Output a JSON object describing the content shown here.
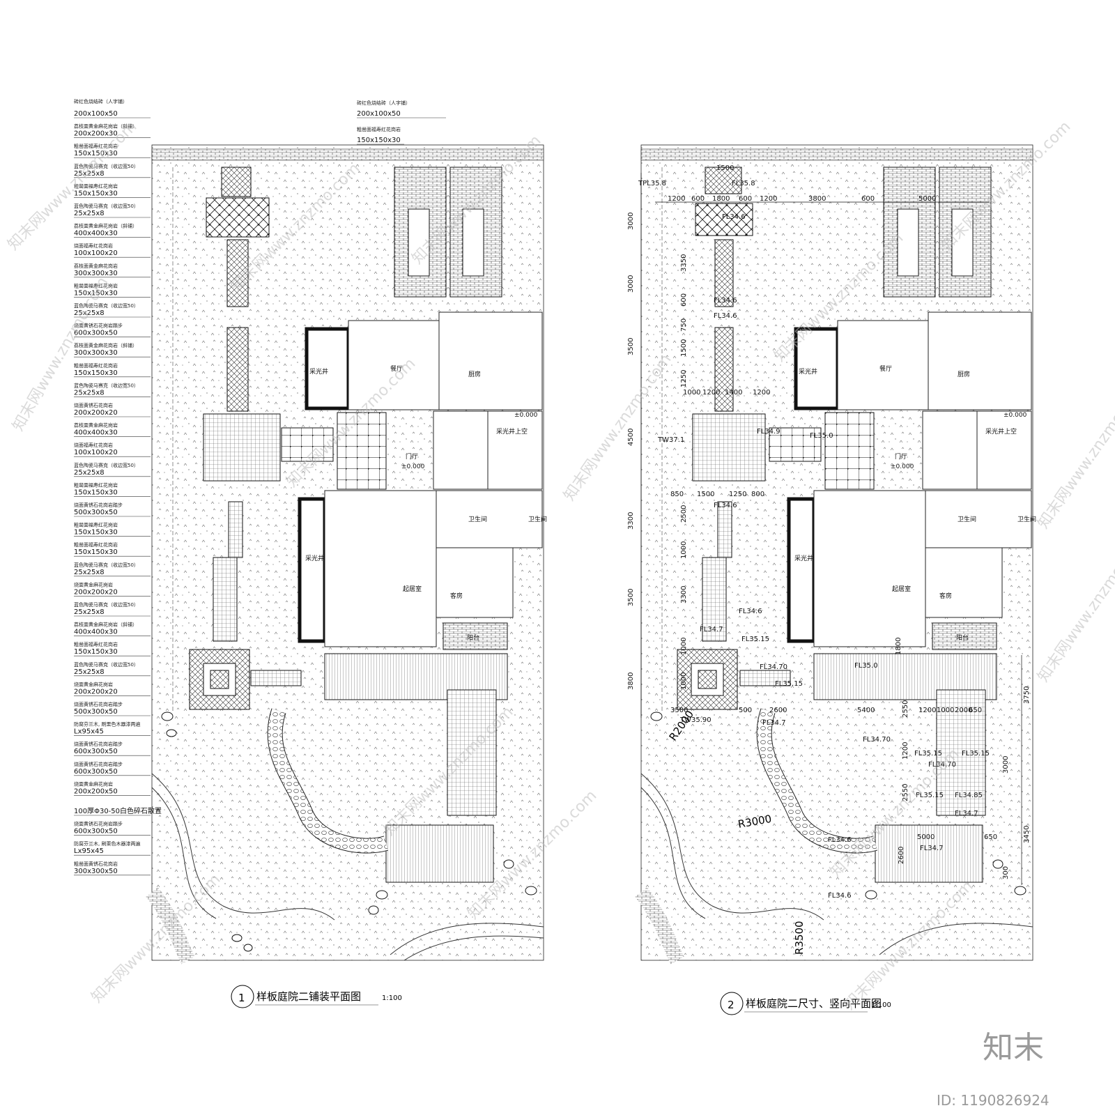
{
  "left_plan": {
    "title_number": "1",
    "title": "样板庭院二铺装平面图",
    "scale": "1:100",
    "top_labels": [
      "砖红色烧结砖（人字铺）",
      "200x100x50",
      "粗凿面福寿红花岗岩",
      "150x150x30"
    ],
    "labels": [
      {
        "cn": "砖红色烧结砖（人字铺）",
        "spec": "200x100x50"
      },
      {
        "cn": "荔枝面黄金麻花岗岩（斜铺）",
        "spec": "200x200x30"
      },
      {
        "cn": "粗凿面福寿红花岗岩",
        "spec": "150x150x30"
      },
      {
        "cn": "蓝色陶瓷马赛克（收边宽50）",
        "spec": "25x25x8"
      },
      {
        "cn": "粗凿面福寿红花岗岩",
        "spec": "150x150x30"
      },
      {
        "cn": "蓝色陶瓷马赛克（收边宽50）",
        "spec": "25x25x8"
      },
      {
        "cn": "荔枝面黄金麻花岗岩（斜铺）",
        "spec": "400x400x30"
      },
      {
        "cn": "烧面福寿红花岗岩",
        "spec": "100x100x20"
      },
      {
        "cn": "荔枝面黄金麻花岗岩",
        "spec": "300x300x30"
      },
      {
        "cn": "粗凿面福寿红花岗岩",
        "spec": "150x150x30"
      },
      {
        "cn": "蓝色陶瓷马赛克（收边宽50）",
        "spec": "25x25x8"
      },
      {
        "cn": "烧面黄锈石花岗岩踏步",
        "spec": "600x300x50"
      },
      {
        "cn": "荔枝面黄金麻花岗岩（斜铺）",
        "spec": "300x300x30"
      },
      {
        "cn": "粗凿面福寿红花岗岩",
        "spec": "150x150x30"
      },
      {
        "cn": "蓝色陶瓷马赛克（收边宽50）",
        "spec": "25x25x8"
      },
      {
        "cn": "烧面黄锈石花岗岩",
        "spec": "200x200x20"
      },
      {
        "cn": "荔枝面黄金麻花岗岩",
        "spec": "400x400x30"
      },
      {
        "cn": "烧面福寿红花岗岩",
        "spec": "100x100x20"
      },
      {
        "cn": "蓝色陶瓷马赛克（收边宽50）",
        "spec": "25x25x8"
      },
      {
        "cn": "粗凿面福寿红花岗岩",
        "spec": "150x150x30"
      },
      {
        "cn": "烧面黄锈石花岗岩踏步",
        "spec": "500x300x50"
      },
      {
        "cn": "粗凿面福寿红花岗岩",
        "spec": "150x150x30"
      },
      {
        "cn": "粗凿面福寿红花岗岩",
        "spec": "150x150x30"
      },
      {
        "cn": "蓝色陶瓷马赛克（收边宽50）",
        "spec": "25x25x8"
      },
      {
        "cn": "烧面黄金麻花岗岩",
        "spec": "200x200x20"
      },
      {
        "cn": "蓝色陶瓷马赛克（收边宽50）",
        "spec": "25x25x8"
      },
      {
        "cn": "荔枝面黄金麻花岗岩（斜铺）",
        "spec": "400x400x30"
      },
      {
        "cn": "粗凿面福寿红花岗岩",
        "spec": "150x150x30"
      },
      {
        "cn": "蓝色陶瓷马赛克（收边宽50）",
        "spec": "25x25x8"
      },
      {
        "cn": "烧面黄金麻花岗岩",
        "spec": "200x200x20"
      },
      {
        "cn": "烧面黄锈石花岗岩踏步",
        "spec": "500x300x50"
      },
      {
        "cn": "防腐芬兰木, 刷栗色木器漆两遍",
        "spec": "Lx95x45"
      },
      {
        "cn": "烧面黄锈石花岗岩踏步",
        "spec": "600x300x50"
      },
      {
        "cn": "烧面黄锈石花岗岩踏步",
        "spec": "600x300x50"
      },
      {
        "cn": "烧面黄金麻花岗岩",
        "spec": "200x200x50"
      },
      {
        "cn": "",
        "spec": "100厚Φ30-50白色碎石散置"
      },
      {
        "cn": "烧面黄锈石花岗岩踏步",
        "spec": "600x300x50"
      },
      {
        "cn": "防腐芬兰木, 刷栗色木器漆两遍",
        "spec": "Lx95x45"
      },
      {
        "cn": "粗凿面黄锈石花岗岩",
        "spec": "300x300x50"
      }
    ],
    "rooms": [
      "采光井",
      "餐厅",
      "厨房",
      "门厅",
      "±0.000",
      "采光井上空",
      "±0.000",
      "卫生间",
      "卫生间",
      "采光井",
      "起居室",
      "客房",
      "阳台"
    ]
  },
  "right_plan": {
    "title_number": "2",
    "title": "样板庭院二尺寸、竖向平面图",
    "scale": "1:100",
    "top_dims": [
      "1200",
      "600",
      "1800",
      "600",
      "1200",
      "3800",
      "600",
      "5000"
    ],
    "left_dims": [
      "3000",
      "3000",
      "3500",
      "4500",
      "3300",
      "3500",
      "3800"
    ],
    "inner_dims": [
      "3350",
      "600",
      "750",
      "1500",
      "1250",
      "2500",
      "1000",
      "3300",
      "1000",
      "1000"
    ],
    "row_dims": [
      "1000",
      "1200",
      "1400",
      "1200",
      "850",
      "1500",
      "1250",
      "800",
      "3500",
      "500",
      "2600",
      "5400",
      "1200",
      "1000",
      "2000",
      "650",
      "5000",
      "650",
      "1500"
    ],
    "right_dims": [
      "3750",
      "3000",
      "3450",
      "300",
      "1800",
      "2550",
      "1200",
      "2550",
      "2600"
    ],
    "levels": [
      "TPL35.8",
      "FL35.8",
      "FL34.6",
      "FL34.6",
      "FL34.6",
      "TW37.1",
      "FL34.9",
      "FL35.0",
      "FL34.6",
      "FL34.7",
      "FL35.15",
      "FL34.70",
      "FL35.15",
      "FL35.0",
      "TW35.90",
      "FL34.7",
      "FL34.70",
      "FL35.15",
      "FL35.15",
      "FL34.70",
      "FL35.15",
      "FL34.85",
      "FL34.7",
      "FL34.6",
      "FL34.7",
      "FL34.6",
      "FL34.6"
    ],
    "radii": [
      "R2000",
      "R3000",
      "R3500"
    ],
    "rooms": [
      "采光井",
      "餐厅",
      "厨房",
      "门厅",
      "±0.000",
      "采光井上空",
      "±0.000",
      "卫生间",
      "卫生间",
      "采光井",
      "起居室",
      "客房",
      "阳台"
    ]
  },
  "watermark": {
    "text": "知末网www.znzmo.com",
    "brand": "知末",
    "id_text": "ID: 1190826924"
  }
}
